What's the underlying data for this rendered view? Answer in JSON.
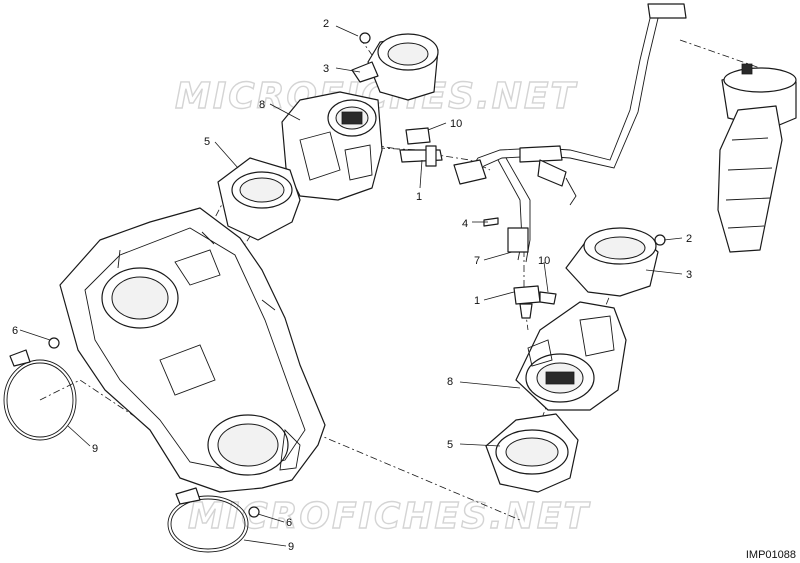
{
  "diagram": {
    "reference_code": "IMP01088",
    "watermark": "MICROFICHES.NET",
    "callouts": {
      "c1a": "1",
      "c1b": "1",
      "c2a": "2",
      "c2b": "2",
      "c3a": "3",
      "c3b": "3",
      "c4": "4",
      "c5a": "5",
      "c5b": "5",
      "c6a": "6",
      "c6b": "6",
      "c7": "7",
      "c8a": "8",
      "c8b": "8",
      "c9a": "9",
      "c9b": "9",
      "c10a": "10",
      "c10b": "10"
    }
  }
}
